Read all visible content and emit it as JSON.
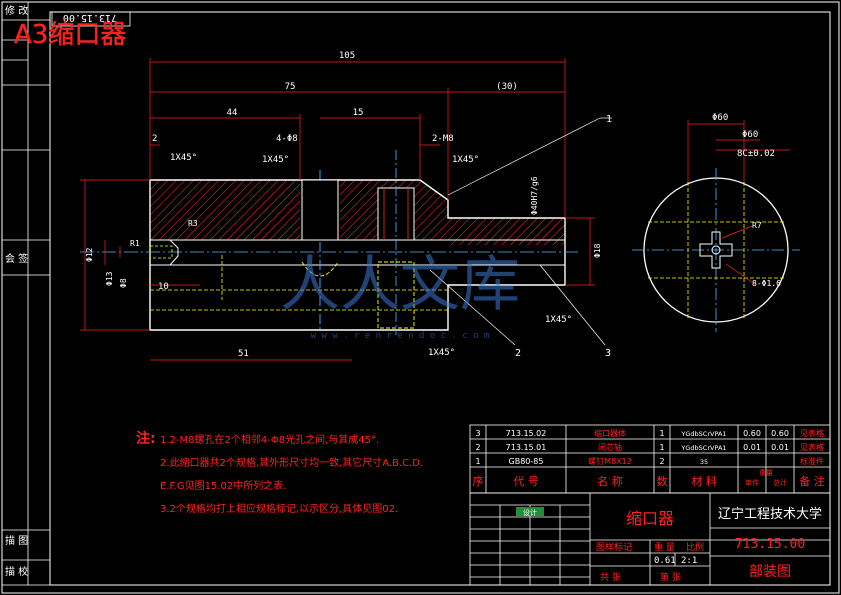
{
  "header": {
    "title": "A3缩口器",
    "mirror_text": "713.15.00"
  },
  "side_labels": {
    "modify": "修 改",
    "sign": "会 签",
    "draw": "描 图",
    "check": "描 校"
  },
  "dims": {
    "d105": "105",
    "d75": "75",
    "d30": "(30)",
    "d44": "44",
    "d15": "15",
    "d2": "2",
    "d4_m8": "4-Φ8",
    "d2_m8": "2-M8",
    "chamfer_a": "1X45°",
    "chamfer_b": "1X45°",
    "chamfer_c": "1X45°",
    "chamfer_d": "1X45°",
    "chamfer_e": "1X45°",
    "d_h7": "Φ40H7/g6",
    "d_phi18": "Φ18",
    "d_phi12": "Φ12",
    "d_phi13": "Φ13",
    "d_phi8": "Φ8",
    "d10": "10",
    "d51": "51",
    "d_r": "R3",
    "d_r1": "R1",
    "right_60a": "Φ60",
    "right_60b": "Φ60",
    "right_dim": "8C±0.02",
    "right_r": "R7",
    "right_hole": "8-Φ1.6"
  },
  "balloons": {
    "b1": "1",
    "b2": "2",
    "b3": "3"
  },
  "watermark": {
    "text": "人人文库",
    "url": "w w w . r e n r e n d o c . c o m"
  },
  "notes": {
    "label": "注:",
    "line1": "1.2-M8螺孔在2个相邻4-Φ8光孔之间,与其成45°.",
    "line2": "2.此缩口器共2个规格,其外形尺寸均一致,其它尺寸A.B.C.D.",
    "line3": "E.F.G见图15.02中所列之表.",
    "line4": "3.2个规格均打上相应规格标记,以示区分,具体见图02."
  },
  "bom": {
    "rows": [
      [
        "3",
        "713.15.02",
        "缩口器体",
        "1",
        "YGdbSCrVPA1",
        "0.60",
        "0.60",
        "见表格"
      ],
      [
        "2",
        "713.15.01",
        "闭芯轴",
        "1",
        "YGdbSCrVPA1",
        "0.01",
        "0.01",
        "见表格"
      ],
      [
        "1",
        "GB80-85",
        "螺钉M8X12",
        "2",
        "35",
        "",
        "",
        "标准件"
      ]
    ],
    "header": [
      "序",
      "代 号",
      "名 称",
      "数",
      "材 料",
      "单件",
      "总计",
      "备 注"
    ],
    "weight_label": "重量"
  },
  "title_block": {
    "part_name": "缩口器",
    "school": "辽宁工程技术大学",
    "drawing_no": "713.15.00",
    "drawing_type": "部装图",
    "stage": "图样标记",
    "weight": "重 量",
    "scale_label": "比例",
    "weight_val": "0.61",
    "scale_val": "2:1",
    "sheet_a": "共 张",
    "sheet_b": "第 张",
    "design_label": "设计"
  },
  "colors": {
    "frame": "#ffffff",
    "dim": "#ff2020",
    "part": "#ffffff",
    "hatch": "#ff3030",
    "hidden": "#ffff00",
    "center": "#4db8ff",
    "bom": "#ffffff",
    "watermark": "#3a7bd5"
  }
}
